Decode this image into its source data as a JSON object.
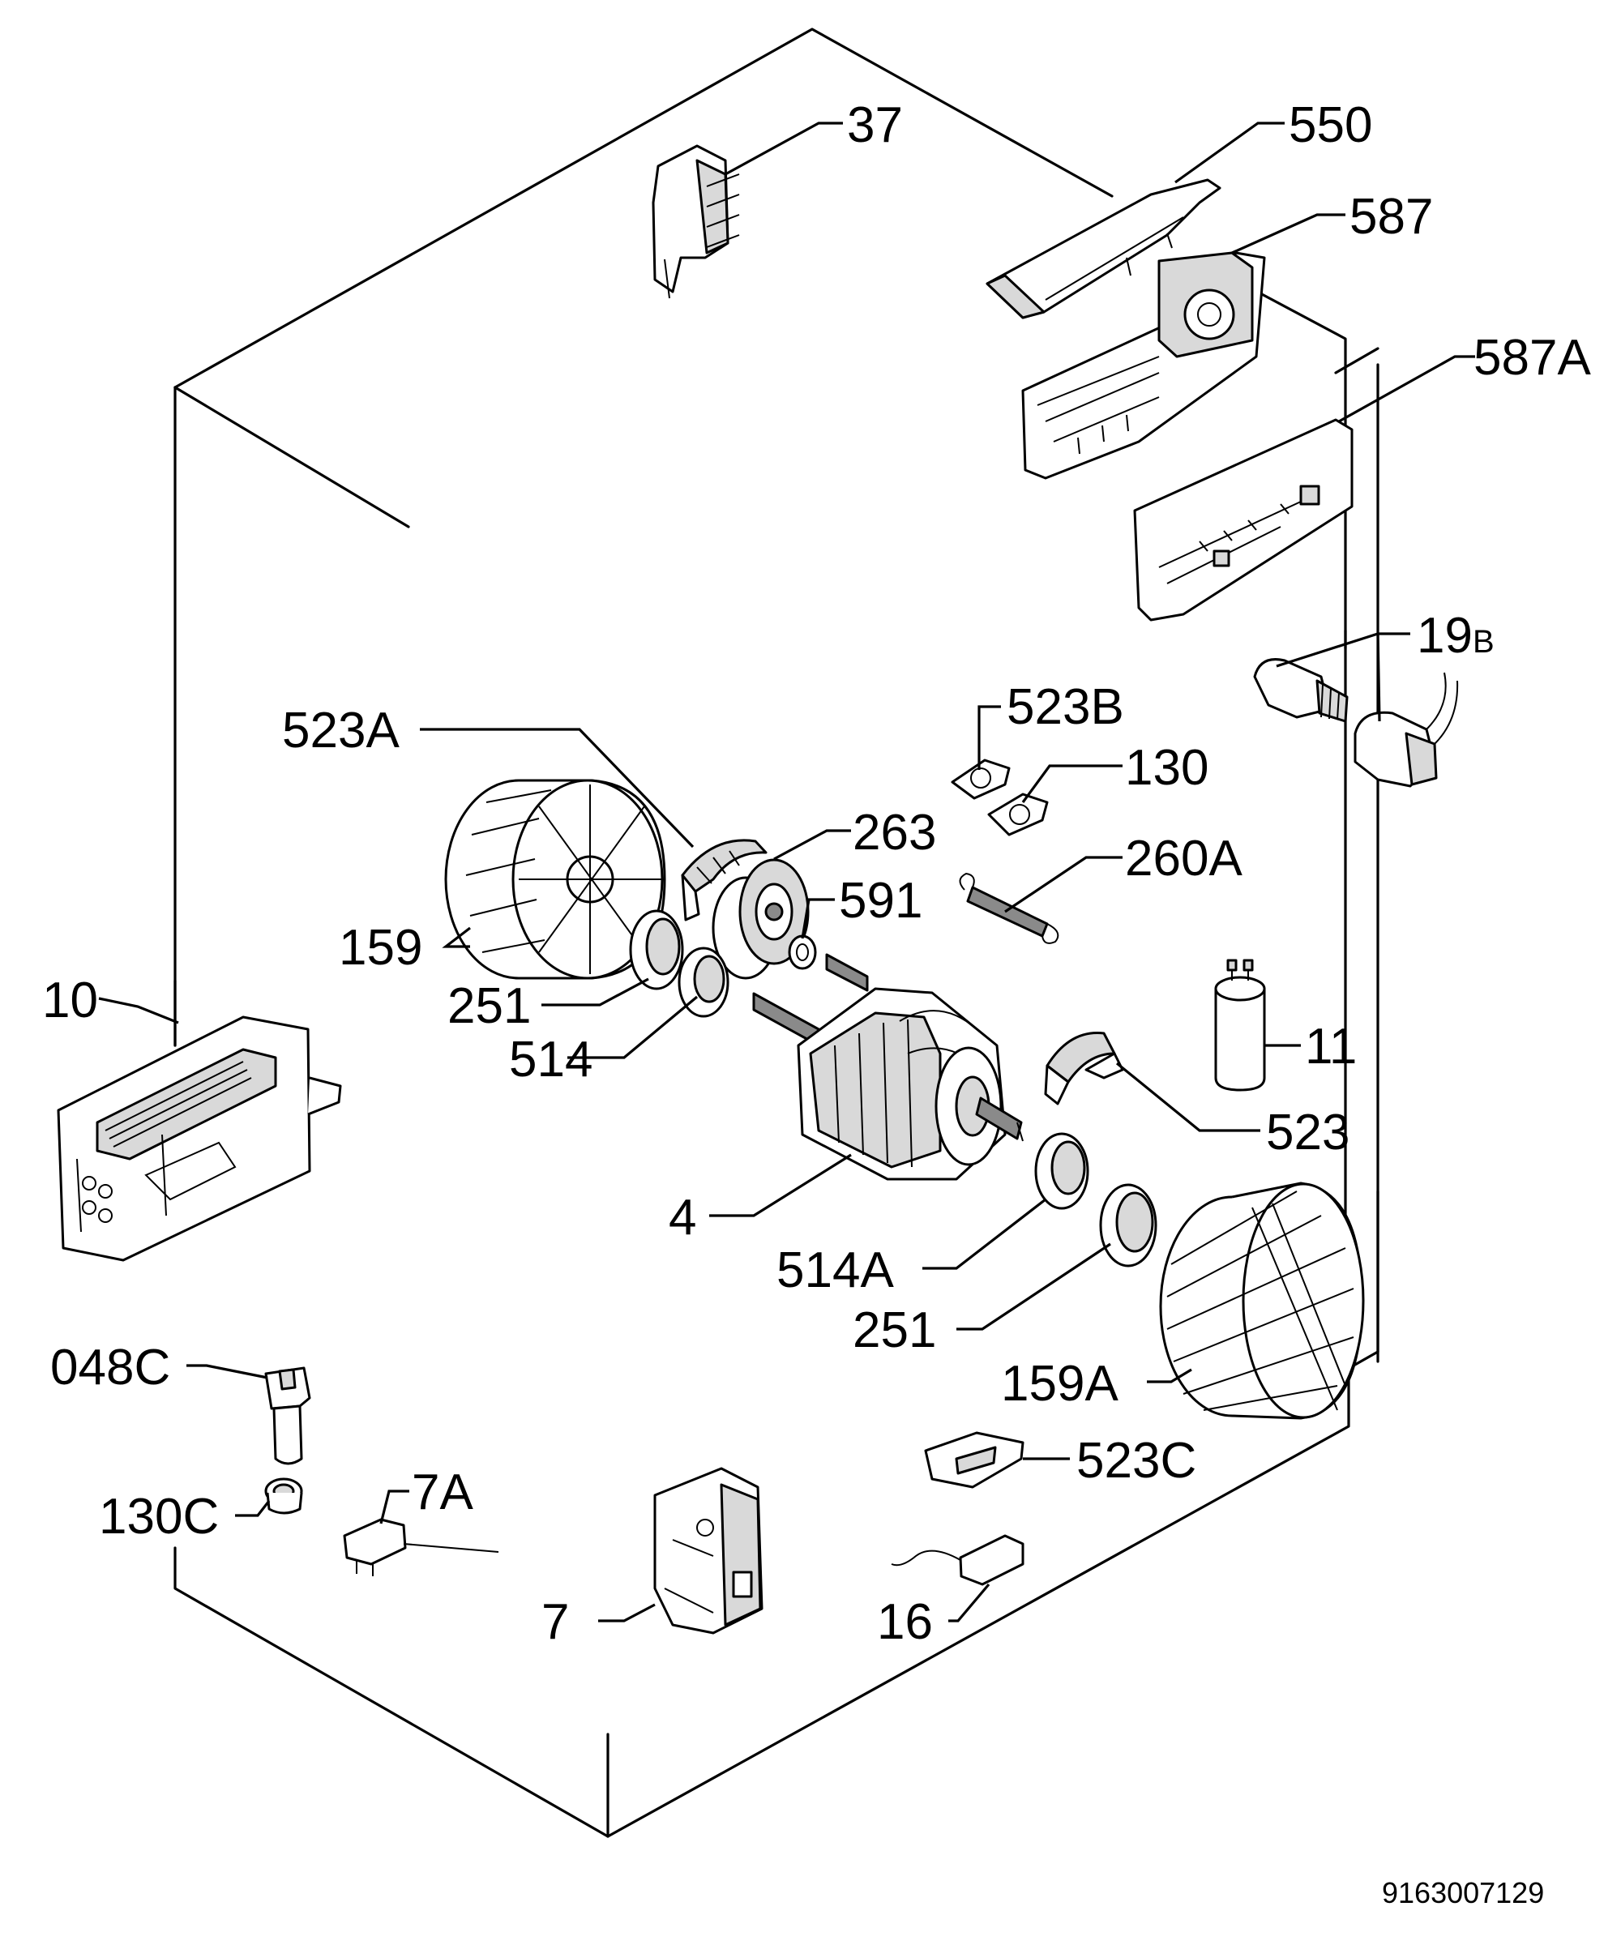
{
  "labels": {
    "p37": "37",
    "p550": "550",
    "p587": "587",
    "p587A": "587A",
    "p19": "19",
    "p19sub": "B",
    "p523B": "523B",
    "p130": "130",
    "p523A": "523A",
    "p263": "263",
    "p260A": "260A",
    "p591": "591",
    "p159": "159",
    "p251a": "251",
    "p514": "514",
    "p10": "10",
    "p11": "11",
    "p523": "523",
    "p4": "4",
    "p514A": "514A",
    "p251b": "251",
    "p159A": "159A",
    "p048C": "048C",
    "p130C": "130C",
    "p7A": "7A",
    "p523C": "523C",
    "p7": "7",
    "p16": "16"
  },
  "drawing_code": "9163007129"
}
